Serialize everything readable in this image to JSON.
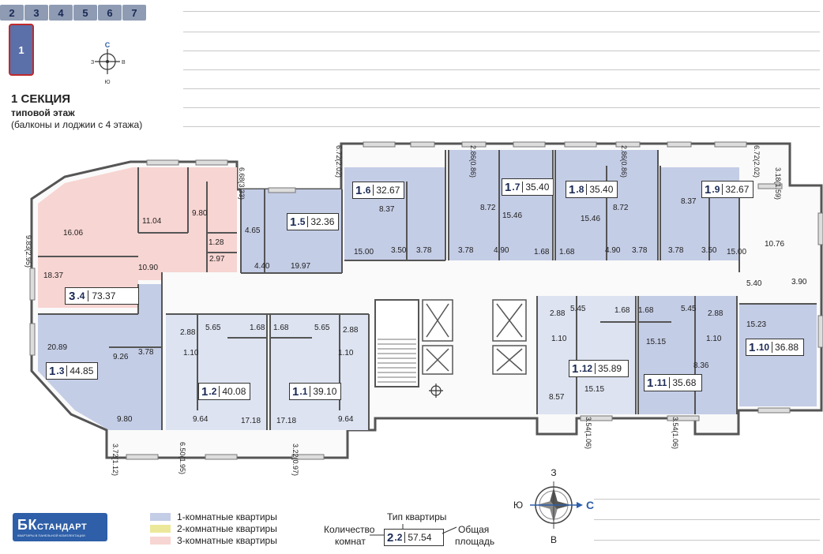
{
  "sections": {
    "tabs": [
      "2",
      "3",
      "4",
      "5",
      "6",
      "7"
    ],
    "active": "1"
  },
  "compass_small": {
    "n": "С",
    "s": "Ю",
    "w": "З",
    "e": "В"
  },
  "compass_large": {
    "top": "З",
    "bottom": "В",
    "left": "Ю",
    "right": "С"
  },
  "heading": {
    "title": "1 СЕКЦИЯ",
    "subtitle": "типовой этаж",
    "note": "(балконы и лоджии с 4 этажа)"
  },
  "apartments": [
    {
      "num": "3",
      "type": "4",
      "area": "73.37"
    },
    {
      "num": "1",
      "type": "5",
      "area": "32.36"
    },
    {
      "num": "1",
      "type": "6",
      "area": "32.67"
    },
    {
      "num": "1",
      "type": "7",
      "area": "35.40"
    },
    {
      "num": "1",
      "type": "8",
      "area": "35.40"
    },
    {
      "num": "1",
      "type": "9",
      "area": "32.67"
    },
    {
      "num": "1",
      "type": "3",
      "area": "44.85"
    },
    {
      "num": "1",
      "type": "2",
      "area": "40.08"
    },
    {
      "num": "1",
      "type": "1",
      "area": "39.10"
    },
    {
      "num": "1",
      "type": "12",
      "area": "35.89"
    },
    {
      "num": "1",
      "type": "11",
      "area": "35.68"
    },
    {
      "num": "1",
      "type": "10",
      "area": "36.88"
    }
  ],
  "room_areas": [
    "16.06",
    "11.04",
    "9.80",
    "1.28",
    "2.97",
    "10.90",
    "18.37",
    "4.65",
    "4.40",
    "19.97",
    "8.37",
    "15.00",
    "3.50",
    "3.78",
    "3.78",
    "8.72",
    "15.46",
    "4.90",
    "1.68",
    "1.68",
    "15.46",
    "8.72",
    "4.90",
    "3.78",
    "3.78",
    "8.37",
    "3.50",
    "15.00",
    "10.76",
    "5.40",
    "3.90",
    "15.23",
    "20.89",
    "9.26",
    "3.78",
    "9.80",
    "2.88",
    "5.65",
    "1.10",
    "1.68",
    "1.68",
    "5.65",
    "2.88",
    "1.10",
    "9.64",
    "17.18",
    "17.18",
    "9.64",
    "2.88",
    "1.10",
    "5.45",
    "1.68",
    "1.68",
    "5.45",
    "2.88",
    "1.10",
    "8.57",
    "15.15",
    "15.15",
    "8.36"
  ],
  "balconies": [
    "9.83(2.95)",
    "6.68(3.33)",
    "6.72(2.02)",
    "2.86(0.86)",
    "2.86(0.86)",
    "6.72(2.02)",
    "3.18(1.59)",
    "3.72(1.12)",
    "6.50(1.95)",
    "3.22(0.97)",
    "3.54(1.06)",
    "3.54(1.06)"
  ],
  "legend": [
    {
      "label": "1-комнатные квартиры",
      "color": "#c4cde6"
    },
    {
      "label": "2-комнатные квартиры",
      "color": "#ece89a"
    },
    {
      "label": "3-комнатные квартиры",
      "color": "#f7d5d2"
    }
  ],
  "key": {
    "type_label": "Тип квартиры",
    "count_label_1": "Количество",
    "count_label_2": "комнат",
    "area_label_1": "Общая",
    "area_label_2": "площадь",
    "sample_num": "2",
    "sample_type": "2",
    "sample_area": "57.54"
  },
  "logo": {
    "main": "БК",
    "sub": "СТАНДАРТ",
    "tagline": "КВАРТИРЫ В ПАНЕЛЬНОЙ КОМПЛЕКТАЦИИ"
  },
  "colors": {
    "one_room": "#c4cde6",
    "three_room": "#f7d5d2",
    "wall": "#555555",
    "accent": "#2e5fa8"
  }
}
